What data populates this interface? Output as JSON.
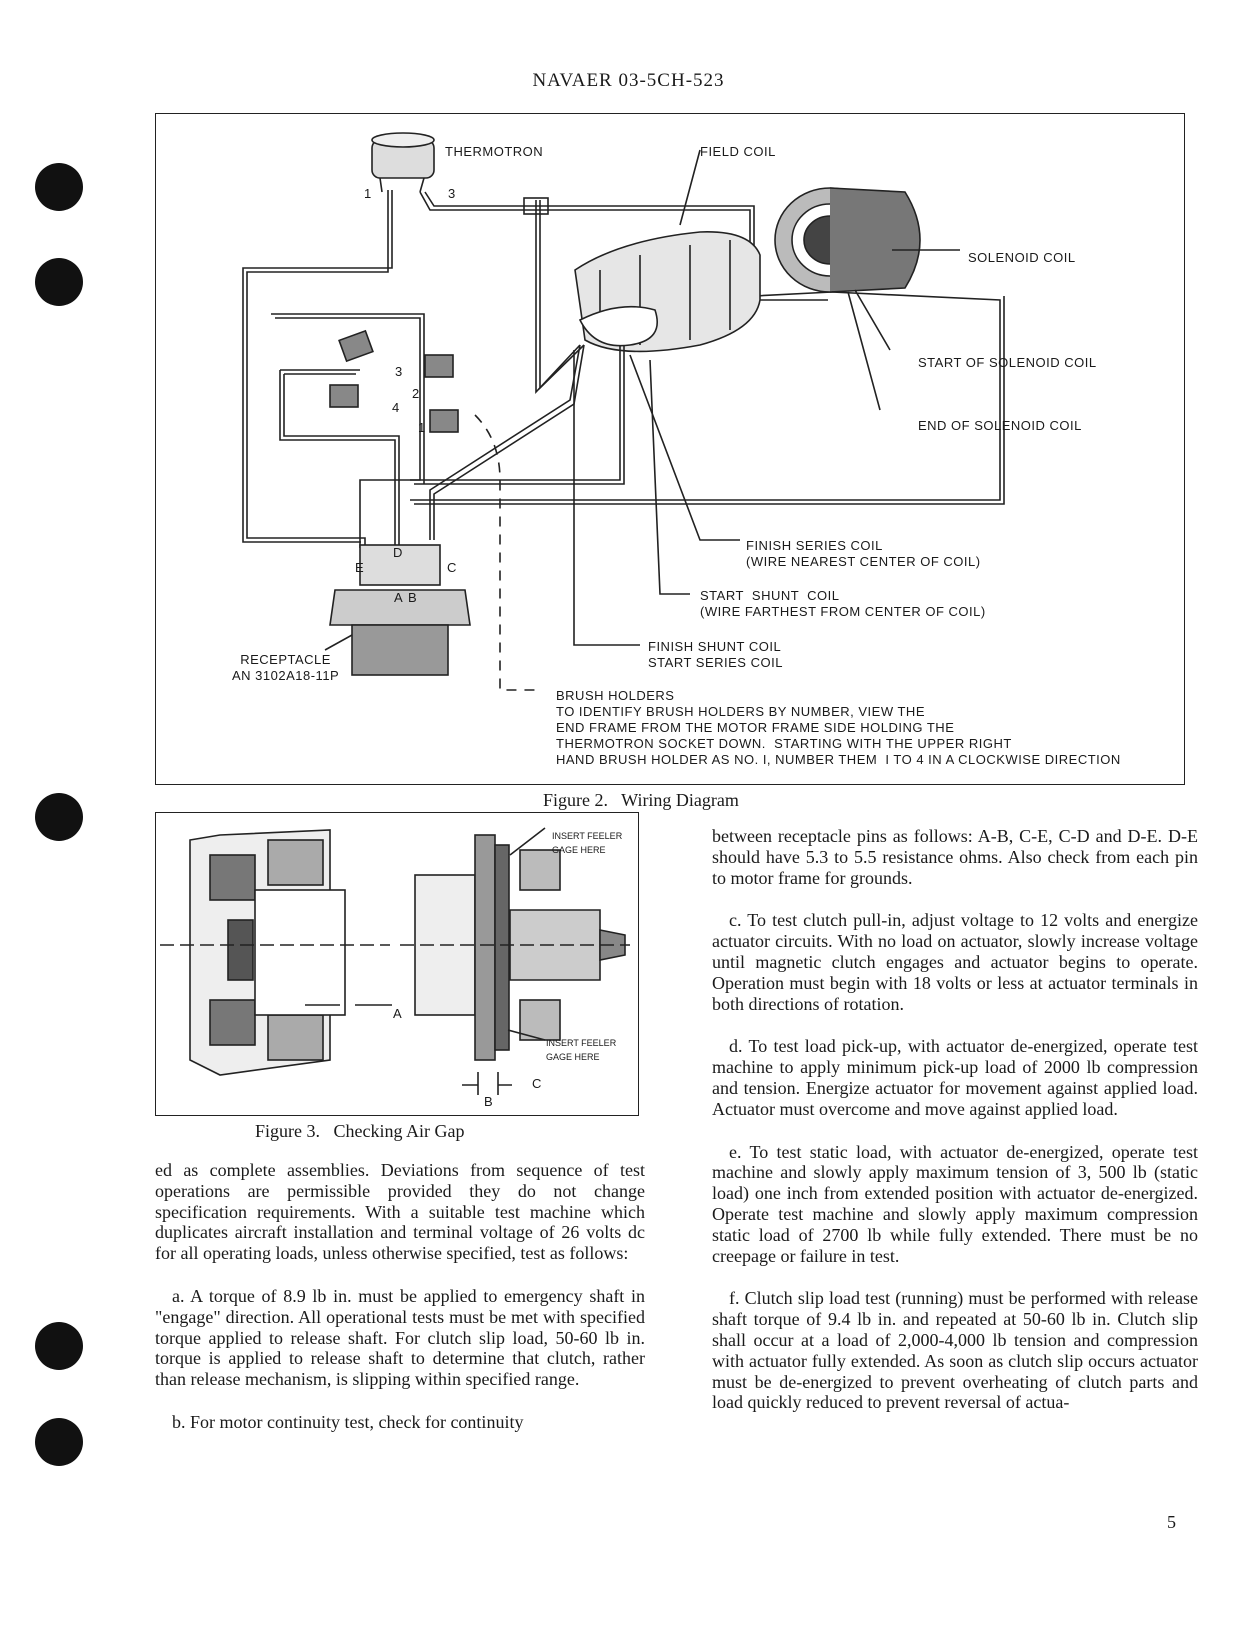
{
  "header": "NAVAER 03-5CH-523",
  "figure2": {
    "caption": "Figure 2.   Wiring Diagram",
    "labels": {
      "thermotron": "THERMOTRON",
      "pin1": "1",
      "pin3": "3",
      "field_coil": "FIELD COIL",
      "solenoid_coil": "SOLENOID COIL",
      "start_solenoid": "START OF SOLENOID COIL",
      "end_solenoid": "END OF SOLENOID COIL",
      "brush3": "3",
      "brush2": "2",
      "brush4": "4",
      "brush1": "1",
      "finish_series": "FINISH SERIES COIL\n(WIRE NEAREST CENTER OF COIL)",
      "start_shunt": "START  SHUNT  COIL\n(WIRE FARTHEST FROM CENTER OF COIL)",
      "finish_shunt": "FINISH SHUNT COIL\nSTART SERIES COIL",
      "receptacle": "RECEPTACLE\nAN 3102A18-11P",
      "pin_e": "E",
      "pin_d": "D",
      "pin_c": "C",
      "pin_a": "A",
      "pin_b": "B",
      "brush_holders": "BRUSH HOLDERS\nTO IDENTIFY BRUSH HOLDERS BY NUMBER, VIEW THE\nEND FRAME FROM THE MOTOR FRAME SIDE HOLDING THE\nTHERMOTRON SOCKET DOWN.  STARTING WITH THE UPPER RIGHT\nHAND BRUSH HOLDER AS NO. I, NUMBER THEM  I TO 4 IN A CLOCKWISE DIRECTION"
    }
  },
  "figure3": {
    "caption": "Figure 3.   Checking Air Gap",
    "labels": {
      "insert_top": "INSERT FEELER\nGAGE HERE",
      "insert_bottom": "INSERT FEELER\nGAGE HERE",
      "a": "A",
      "b": "B",
      "c": "C"
    }
  },
  "left_column": [
    "ed as complete assemblies. Deviations from sequence of test operations are permissible provided they do not change specification requirements.  With a suitable test machine which duplicates aircraft installation and terminal voltage of 26 volts dc for all operating loads, unless otherwise specified, test as follows:",
    "a.  A torque of 8.9 lb in. must be applied to emergency shaft in \"engage\" direction.  All operational tests must be met with specified torque applied to release shaft. For clutch slip load,  50-60 lb in.  torque is applied to release shaft to determine that clutch, rather than release mechanism, is slipping within specified range.",
    "b.  For motor continuity test, check for continuity"
  ],
  "right_column": [
    "between receptacle pins as follows:  A-B, C-E, C-D and D-E.  D-E should have 5.3 to 5.5 resistance ohms. Also check from each pin to motor frame for grounds.",
    "c.  To test clutch pull-in, adjust voltage to 12 volts and energize actuator circuits. With no load on actuator, slowly increase voltage until magnetic clutch engages and actuator begins to operate. Operation must begin with 18 volts or less at actuator terminals in both directions of rotation.",
    "d.  To test load pick-up, with actuator de-energized, operate test machine to apply minimum pick-up load of 2000 lb compression and tension. Energize actuator for movement against applied load. Actuator must overcome and move against applied load.",
    "e.  To test static load, with actuator de-energized, operate test machine and slowly apply maximum tension of 3, 500 lb (static load) one inch from extended position  with actuator de-energized.  Operate test machine  and  slowly  apply  maximum compression static load of 2700 lb while fully extended.  There must be no creepage or failure in test.",
    "f.  Clutch slip load test (running) must be performed with release shaft torque of 9.4 lb in.  and repeated at 50-60 lb in. Clutch slip shall occur at a load of 2,000-4,000 lb tension and compression with actuator fully extended. As soon as clutch slip occurs actuator must be de-energized to prevent overheating of clutch parts and load quickly reduced to prevent reversal of actua-"
  ],
  "page_number": "5"
}
